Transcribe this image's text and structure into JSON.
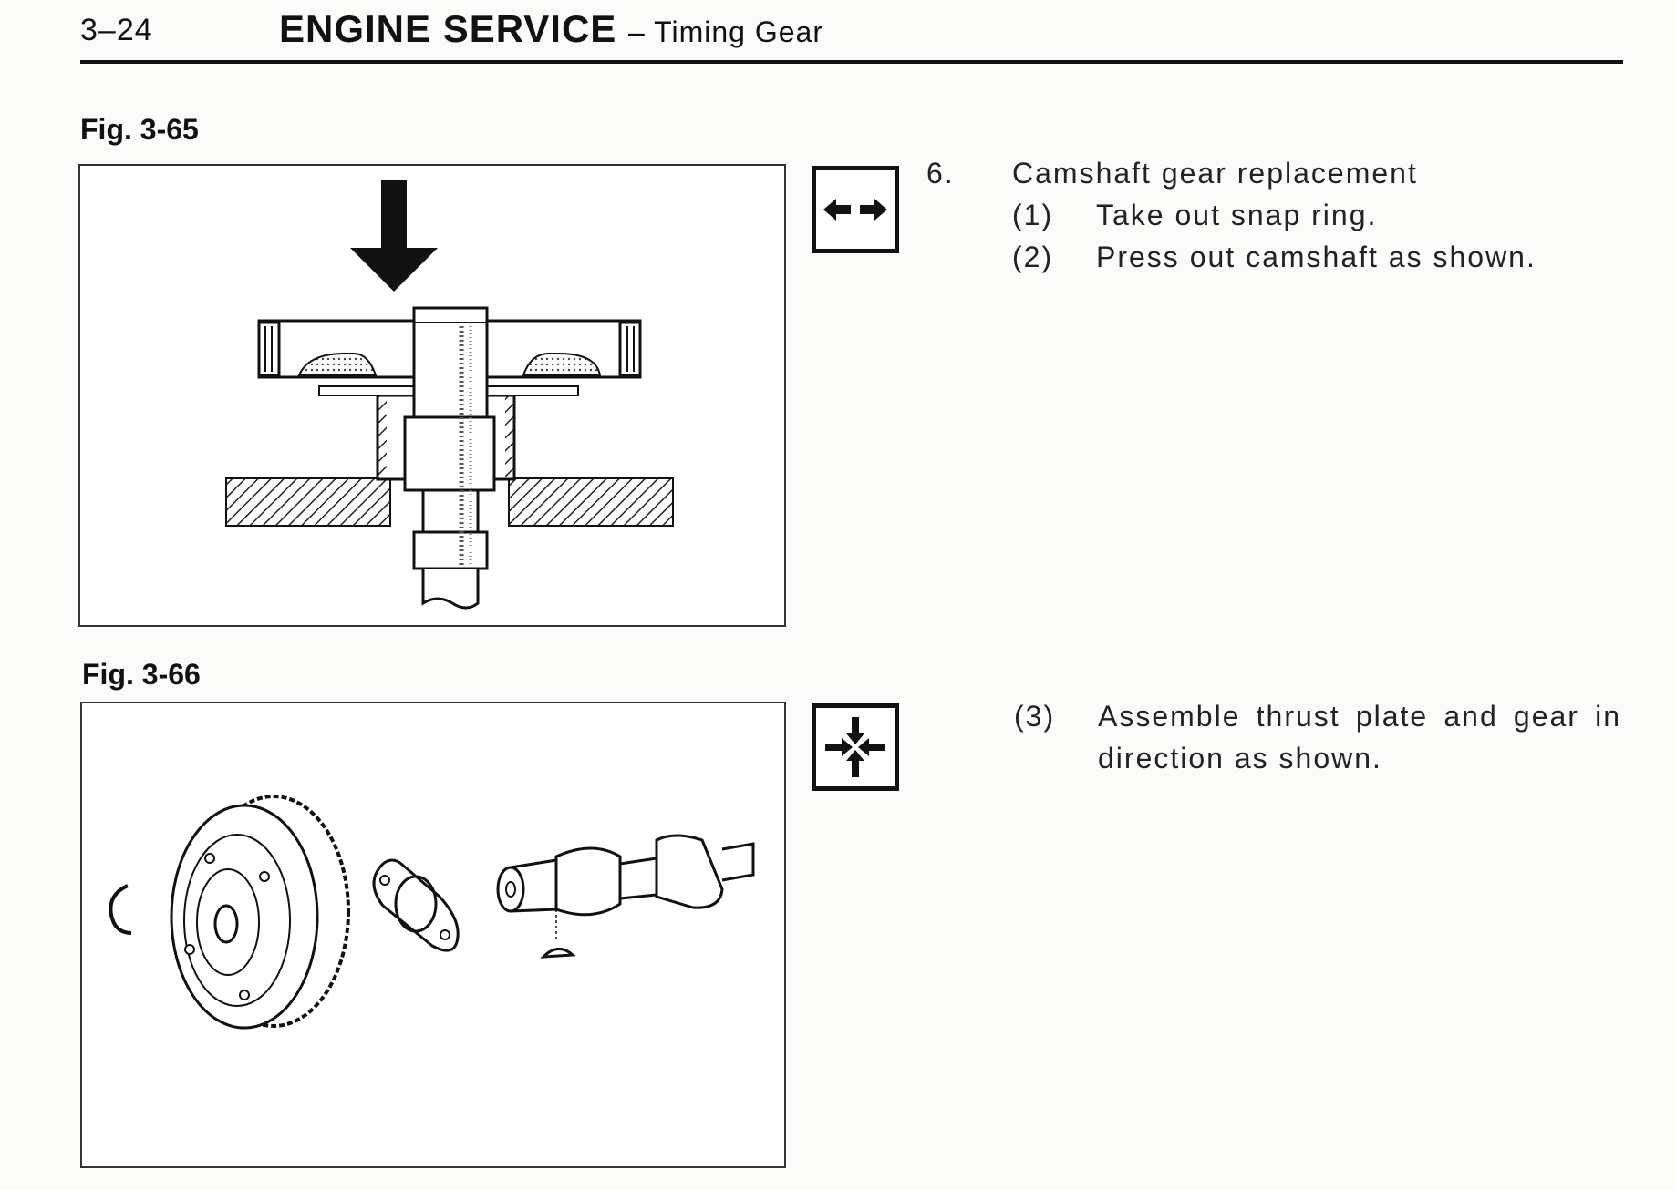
{
  "header": {
    "page_number": "3–24",
    "title": "ENGINE SERVICE",
    "subtitle": "– Timing Gear"
  },
  "figures": {
    "fig_a": {
      "label": "Fig. 3-65"
    },
    "fig_b": {
      "label": "Fig. 3-66"
    }
  },
  "symbols": {
    "disassemble": "disassembly-symbol-icon",
    "assemble": "assembly-symbol-icon"
  },
  "steps": {
    "step6": {
      "number": "6.",
      "title": "Camshaft gear replacement",
      "items": [
        {
          "number": "(1)",
          "text": "Take out snap ring."
        },
        {
          "number": "(2)",
          "text": "Press out camshaft as shown."
        }
      ]
    },
    "step3": {
      "number": "(3)",
      "line1": "Assemble thrust plate and gear in",
      "line2": "direction as shown."
    }
  }
}
